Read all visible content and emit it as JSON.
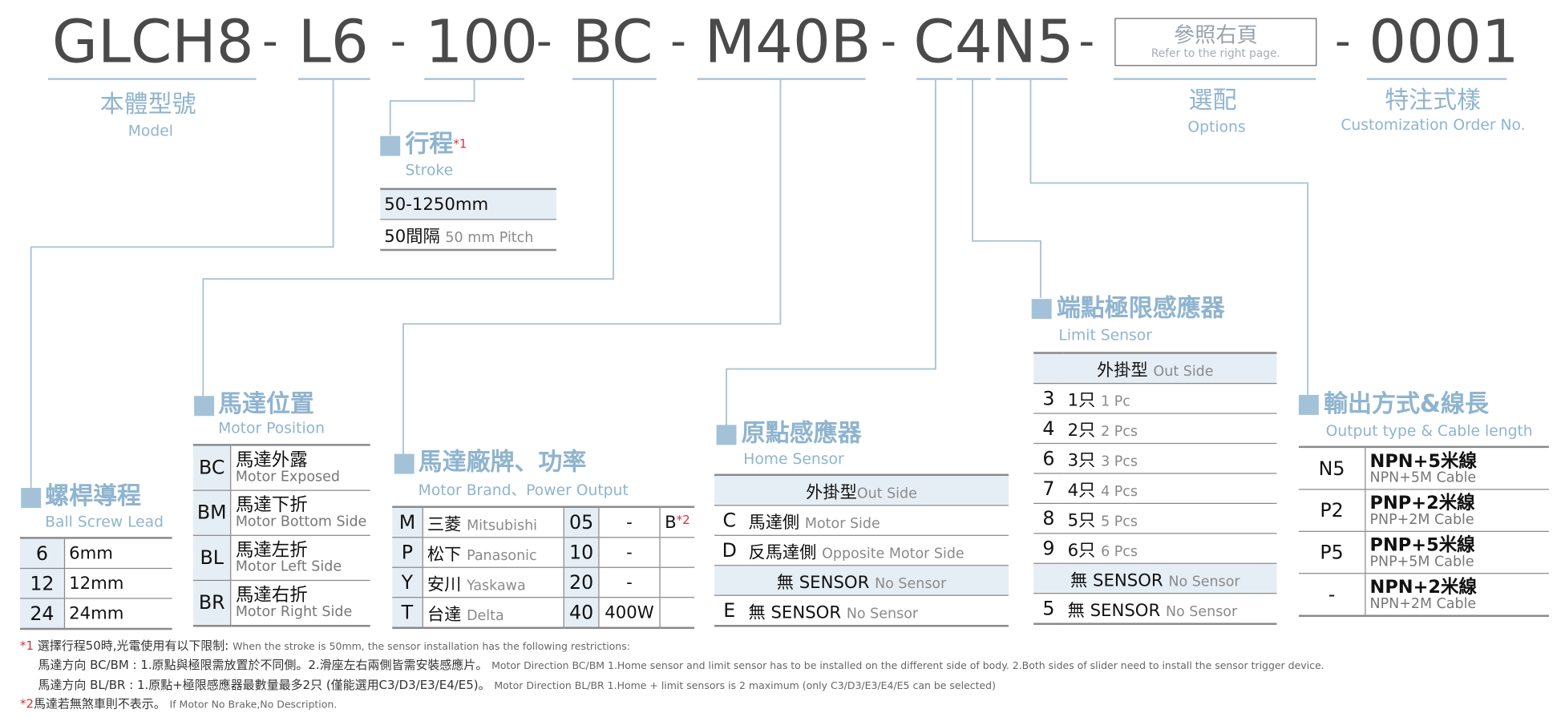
{
  "code": {
    "model": "GLCH8",
    "lead": "L6",
    "stroke": "100",
    "motor_pos": "BC",
    "motor_brand": "M40B",
    "sensor": "C4N5",
    "custom": "0001",
    "dash": "-"
  },
  "options_box": {
    "zh": "參照右頁",
    "en": "Refer to the right page."
  },
  "captions": {
    "model": {
      "zh": "本體型號",
      "en": "Model"
    },
    "options": {
      "zh": "選配",
      "en": "Options"
    },
    "custom": {
      "zh": "特注式樣",
      "en": "Customization Order No."
    }
  },
  "stroke": {
    "title_zh": "行程",
    "star": "*1",
    "title_en": "Stroke",
    "rows": [
      {
        "zh": "50-1250mm",
        "en": ""
      },
      {
        "zh": "50間隔",
        "en": "50 mm Pitch"
      }
    ]
  },
  "lead": {
    "title_zh": "螺桿導程",
    "title_en": "Ball Screw Lead",
    "rows": [
      {
        "key": "6",
        "val": "6mm"
      },
      {
        "key": "12",
        "val": "12mm"
      },
      {
        "key": "24",
        "val": "24mm"
      }
    ]
  },
  "motor_position": {
    "title_zh": "馬達位置",
    "title_en": "Motor Position",
    "rows": [
      {
        "key": "BC",
        "zh": "馬達外露",
        "en": "Motor Exposed"
      },
      {
        "key": "BM",
        "zh": "馬達下折",
        "en": "Motor Bottom Side"
      },
      {
        "key": "BL",
        "zh": "馬達左折",
        "en": "Motor Left Side"
      },
      {
        "key": "BR",
        "zh": "馬達右折",
        "en": "Motor Right Side"
      }
    ]
  },
  "motor_brand": {
    "title_zh": "馬達廠牌、功率",
    "title_en": "Motor Brand、Power Output",
    "rows": [
      {
        "key": "M",
        "zh": "三菱",
        "en": "Mitsubishi",
        "num": "05",
        "power": "-",
        "brake": "B",
        "brake_star": "*2"
      },
      {
        "key": "P",
        "zh": "松下",
        "en": "Panasonic",
        "num": "10",
        "power": "-",
        "brake": "",
        "brake_star": ""
      },
      {
        "key": "Y",
        "zh": "安川",
        "en": "Yaskawa",
        "num": "20",
        "power": "-",
        "brake": "",
        "brake_star": ""
      },
      {
        "key": "T",
        "zh": "台達",
        "en": "Delta",
        "num": "40",
        "power": "400W",
        "brake": "",
        "brake_star": ""
      }
    ]
  },
  "home_sensor": {
    "title_zh": "原點感應器",
    "title_en": "Home Sensor",
    "band_zh": "外掛型",
    "band_en": "Out Side",
    "rows": [
      {
        "key": "C",
        "zh": "馬達側",
        "en": "Motor Side"
      },
      {
        "key": "D",
        "zh": "反馬達側",
        "en": "Opposite Motor Side"
      }
    ],
    "none_zh": "無 SENSOR",
    "none_en": "No Sensor",
    "none_row": {
      "key": "E",
      "zh": "無 SENSOR",
      "en": "No Sensor"
    }
  },
  "limit_sensor": {
    "title_zh": "端點極限感應器",
    "title_en": "Limit Sensor",
    "band_zh": "外掛型",
    "band_en": "Out Side",
    "rows": [
      {
        "key": "3",
        "zh": "1只",
        "en": "1 Pc"
      },
      {
        "key": "4",
        "zh": "2只",
        "en": "2 Pcs"
      },
      {
        "key": "6",
        "zh": "3只",
        "en": "3 Pcs"
      },
      {
        "key": "7",
        "zh": "4只",
        "en": "4 Pcs"
      },
      {
        "key": "8",
        "zh": "5只",
        "en": "5 Pcs"
      },
      {
        "key": "9",
        "zh": "6只",
        "en": "6 Pcs"
      }
    ],
    "none_zh": "無 SENSOR",
    "none_en": "No Sensor",
    "none_row": {
      "key": "5",
      "zh": "無 SENSOR",
      "en": "No Sensor"
    }
  },
  "output": {
    "title_zh": "輸出方式&線長",
    "title_en": "Output type & Cable length",
    "rows": [
      {
        "key": "N5",
        "zh": "NPN+5米線",
        "en": "NPN+5M Cable"
      },
      {
        "key": "P2",
        "zh": "PNP+2米線",
        "en": "PNP+2M Cable"
      },
      {
        "key": "P5",
        "zh": "PNP+5米線",
        "en": "PNP+5M Cable"
      },
      {
        "key": "-",
        "zh": "NPN+2米線",
        "en": "NPN+2M Cable"
      }
    ]
  },
  "notes": [
    {
      "star": "*1",
      "zh": "選擇行程50時,光電使用有以下限制:",
      "en": "When the stroke is 50mm, the sensor installation has  the following restrictions:"
    },
    {
      "star": "",
      "zh": "馬達方向 BC/BM : 1.原點與極限需放置於不同側。2.滑座左右兩側皆需安裝感應片。",
      "en": "Motor Direction BC/BM 1.Home sensor and limit sensor has to be installed on the different side of body.  2.Both sides of slider need to install the sensor trigger device."
    },
    {
      "star": "",
      "zh": "馬達方向 BL/BR : 1.原點+極限感應器最數量最多2只 (僅能選用C3/D3/E3/E4/E5)。",
      "en": "Motor Direction BL/BR 1.Home + limit sensors is 2 maximum (only C3/D3/E3/E4/E5 can be selected)"
    },
    {
      "star": "*2",
      "zh": "馬達若無煞車則不表示。",
      "en": "If Motor No Brake,No Description."
    }
  ],
  "colors": {
    "accent": "#8fb4cf",
    "square": "#a3c2d8",
    "band": "#e6eef5",
    "star": "#d0343c",
    "code": "#4a4a4a"
  }
}
